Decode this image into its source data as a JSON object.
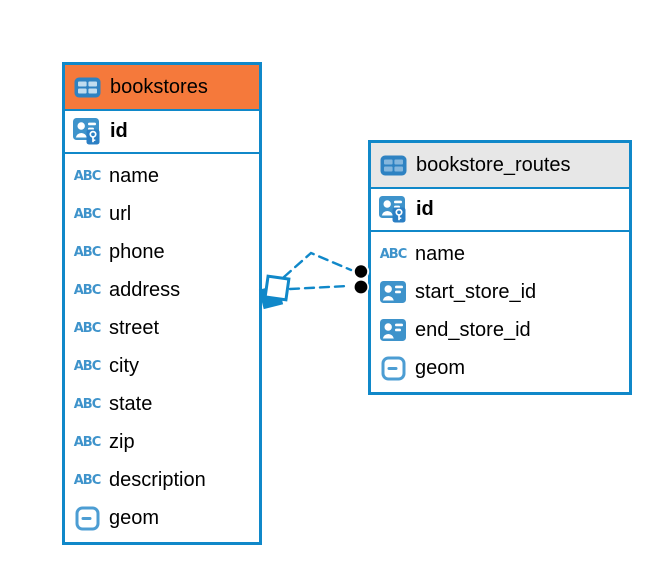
{
  "diagram": {
    "kind": "entity-relationship-diagram",
    "background": "#ffffff"
  },
  "colors": {
    "accent_blue": "#1088C9",
    "icon_blue": "#3E93CB",
    "icon_blue_light": "#4C9DD3",
    "header_orange": "#F5793B",
    "header_gray": "#E7E7E7",
    "text": "#000000",
    "edge_marker_black": "#000000"
  },
  "tables": [
    {
      "name": "bookstores",
      "header_icon": "table-icon",
      "header_color": "#F5793B",
      "primary_key": {
        "label": "id",
        "icon": "primary-key"
      },
      "columns": [
        {
          "label": "name",
          "icon": "text"
        },
        {
          "label": "url",
          "icon": "text"
        },
        {
          "label": "phone",
          "icon": "text"
        },
        {
          "label": "address",
          "icon": "text"
        },
        {
          "label": "street",
          "icon": "text"
        },
        {
          "label": "city",
          "icon": "text"
        },
        {
          "label": "state",
          "icon": "text"
        },
        {
          "label": "zip",
          "icon": "text"
        },
        {
          "label": "description",
          "icon": "text"
        },
        {
          "label": "geom",
          "icon": "geometry"
        }
      ]
    },
    {
      "name": "bookstore_routes",
      "header_icon": "table-icon",
      "header_color": "#E7E7E7",
      "primary_key": {
        "label": "id",
        "icon": "primary-key"
      },
      "columns": [
        {
          "label": "name",
          "icon": "text"
        },
        {
          "label": "start_store_id",
          "icon": "reference"
        },
        {
          "label": "end_store_id",
          "icon": "reference"
        },
        {
          "label": "geom",
          "icon": "geometry"
        }
      ]
    }
  ],
  "relationships": [
    {
      "from_table": "bookstores",
      "from_column": "id",
      "to_table": "bookstore_routes",
      "to_column": "start_store_id",
      "style": "dashed"
    },
    {
      "from_table": "bookstores",
      "from_column": "id",
      "to_table": "bookstore_routes",
      "to_column": "end_store_id",
      "style": "dashed"
    }
  ]
}
